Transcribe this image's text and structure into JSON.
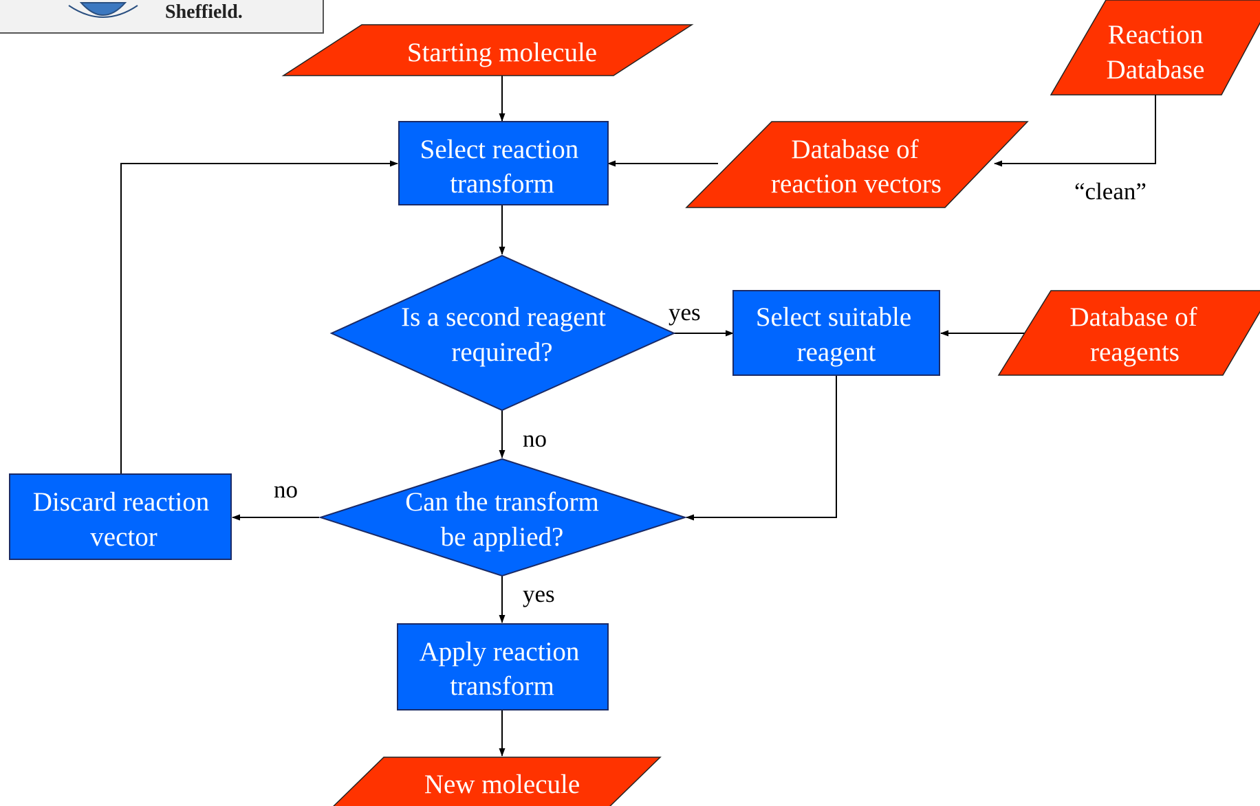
{
  "logo": {
    "text": "Sheffield."
  },
  "nodes": {
    "starting_molecule": [
      "Starting molecule"
    ],
    "reaction_database": [
      "Reaction",
      "Database"
    ],
    "select_transform": [
      "Select reaction",
      "transform"
    ],
    "db_reaction_vectors": [
      "Database of",
      "reaction vectors"
    ],
    "second_reagent": [
      "Is a second reagent",
      "required?"
    ],
    "select_reagent": [
      "Select suitable",
      "reagent"
    ],
    "db_reagents": [
      "Database of",
      "reagents"
    ],
    "discard": [
      "Discard reaction",
      "vector"
    ],
    "can_apply": [
      "Can the transform",
      "be applied?"
    ],
    "apply_transform": [
      "Apply reaction",
      "transform"
    ],
    "new_molecule": [
      "New molecule"
    ]
  },
  "labels": {
    "clean": "“clean”",
    "yes_second": "yes",
    "no_second": "no",
    "no_apply": "no",
    "yes_apply": "yes"
  },
  "colors": {
    "process": "#0066ff",
    "data": "#ff3300",
    "connector": "#000000"
  }
}
